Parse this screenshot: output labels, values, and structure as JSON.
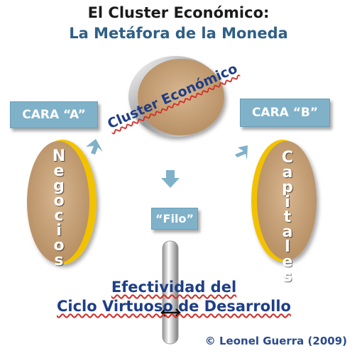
{
  "title_line1": "El Cluster Económico:",
  "title_line2": "La Metáfora de la Moneda",
  "coin_label": "Cluster Económico",
  "side_a": {
    "label": "CARA “A”",
    "coin_text": "Negocios"
  },
  "side_b": {
    "label": "CARA “B”",
    "coin_text": "Capitales"
  },
  "edge_label": "“Filo”",
  "result_line1": "Efectividad del",
  "result_line2": "Ciclo Virtuoso de Desarrollo",
  "copyright": "© Leonel Guerra (2009)",
  "colors": {
    "box_fill": "#7fb1c9",
    "coin_fill": "#c9a57c",
    "coin_rim_gold": "#f2c200",
    "coin_rim_silver": "#bdbdbd",
    "title_blue": "#2f5f86",
    "text_navy": "#1e3e86"
  }
}
